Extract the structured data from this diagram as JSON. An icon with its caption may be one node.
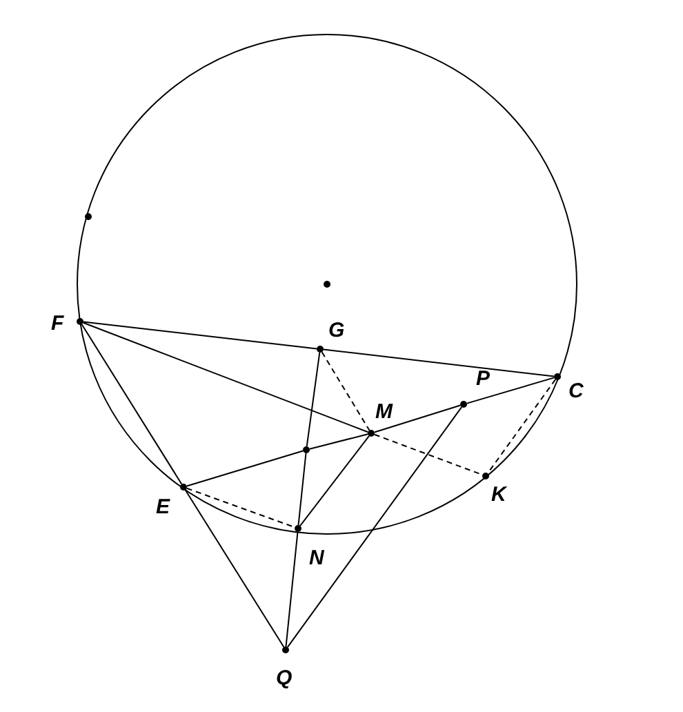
{
  "diagram": {
    "nodes": [
      {
        "text": [],
        "shape": "circle"
      },
      {
        "text": [],
        "shape": "circle"
      },
      {
        "text": [
          "F"
        ]
      },
      {
        "text": [
          "G"
        ]
      },
      {
        "text": [
          "C"
        ]
      },
      {
        "text": [
          "P"
        ]
      },
      {
        "text": [
          "M"
        ]
      },
      {
        "text": [],
        "shape": "circle"
      },
      {
        "text": [
          "K"
        ]
      },
      {
        "text": [
          "E"
        ]
      },
      {
        "text": [
          "N"
        ]
      },
      {
        "text": [
          "Q"
        ]
      }
    ],
    "edges": [
      {
        "from": 2,
        "to": 3,
        "arrow": "none"
      },
      {
        "from": 3,
        "to": 4,
        "arrow": "none"
      },
      {
        "from": 2,
        "to": 6,
        "arrow": "none"
      },
      {
        "from": 6,
        "to": 8,
        "arrow": "none",
        "style": "dashed"
      },
      {
        "from": 3,
        "to": 6,
        "arrow": "none",
        "style": "dashed"
      },
      {
        "from": 4,
        "to": 8,
        "arrow": "none",
        "style": "dashed"
      },
      {
        "from": 2,
        "to": 9,
        "arrow": "none"
      },
      {
        "from": 9,
        "to": 11,
        "arrow": "none"
      },
      {
        "from": 9,
        "to": 7,
        "arrow": "none"
      },
      {
        "from": 7,
        "to": 6,
        "arrow": "none"
      },
      {
        "from": 6,
        "to": 5,
        "arrow": "none"
      },
      {
        "from": 5,
        "to": 4,
        "arrow": "none"
      },
      {
        "from": 3,
        "to": 7,
        "arrow": "none"
      },
      {
        "from": 7,
        "to": 10,
        "arrow": "none"
      },
      {
        "from": 10,
        "to": 11,
        "arrow": "none"
      },
      {
        "from": 9,
        "to": 10,
        "arrow": "none",
        "style": "dashed"
      },
      {
        "from": 10,
        "to": 6,
        "arrow": "none"
      },
      {
        "from": 11,
        "to": 5,
        "arrow": "none"
      }
    ]
  }
}
